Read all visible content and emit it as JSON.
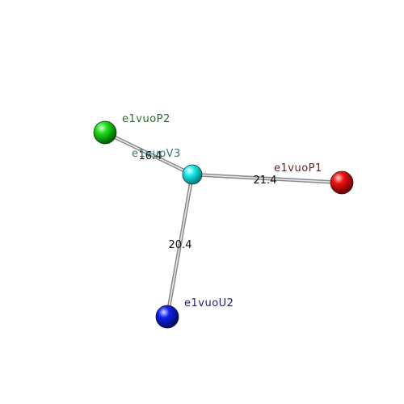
{
  "center": {
    "label": "e1vuoV3",
    "color": "#00e5e5",
    "label_color": "#2e7a7a"
  },
  "atoms": [
    {
      "id": "p2",
      "label": "e1vuoP2",
      "color": "#00cc00",
      "label_color": "#2d6a2d",
      "distance": "16.4"
    },
    {
      "id": "p1",
      "label": "e1vuoP1",
      "color": "#e00000",
      "label_color": "#6a1f1f",
      "distance": "21.4"
    },
    {
      "id": "u2",
      "label": "e1vuoU2",
      "color": "#0010d0",
      "label_color": "#1f1f6a",
      "distance": "20.4"
    }
  ]
}
